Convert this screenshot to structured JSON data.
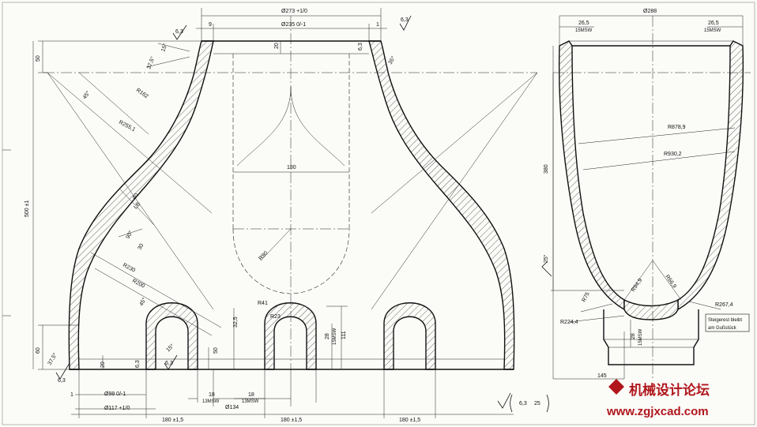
{
  "labels": {
    "phi273": "Ø273 +1/0",
    "phi235": "Ø235 0/-1",
    "nine": "9",
    "one": "1",
    "s63": "6,3",
    "twenty": "20",
    "ang35": "35°",
    "ang15": "15°",
    "ang375": "37,5°",
    "fifty": "50",
    "fivehundred": "500 ±1",
    "sixty": "60",
    "ang45": "45°",
    "r162": "R162",
    "r2551": "R255,1",
    "forty": "40",
    "lb": "LB",
    "ang90": "90°",
    "thirty": "30",
    "r230": "R230",
    "r200": "R200",
    "d180": "180",
    "r90": "R90",
    "r41": "R41",
    "r23": "R23",
    "d325": "32,5",
    "twentyeight": "28",
    "msw15": "15MSW",
    "d111": "111",
    "phi98": "Ø98 0/-1",
    "phi117": "Ø117 +1/0",
    "eighteen": "18",
    "msw13": "13MSW",
    "phi134": "Ø134",
    "d180tol": "180 ±1,5",
    "phi288": "Ø288",
    "d265": "26,5",
    "r8789": "R878,9",
    "r9302": "R930,2",
    "d380": "380",
    "ang25": "25°",
    "r949": "R94,9",
    "r669": "R66,9",
    "r75": "R75",
    "r2674": "R267,4",
    "r2244": "R224,4",
    "note1": "Steigerest bleibt",
    "note2": "am Gußstück",
    "d145": "145",
    "s25": "25"
  },
  "watermark": {
    "title": "机械设计论坛",
    "url": "www.zgjxcad.com"
  }
}
